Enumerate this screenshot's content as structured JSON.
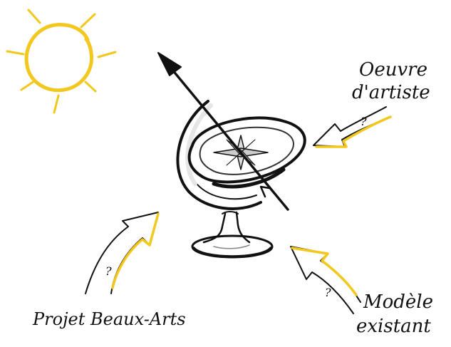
{
  "labels": {
    "oeuvre_line1": "Oeuvre",
    "oeuvre_line2": "d'artiste",
    "projet": "Projet Beaux-Arts",
    "modele_line1": "Modèle",
    "modele_line2": "existant",
    "question_mark": "?"
  },
  "icons": {
    "sun": "sun-icon",
    "sundial": "armillary-sundial-icon"
  },
  "colors": {
    "sun": "#f2c81e",
    "arrow_accent": "#f2c81e",
    "ink": "#111111"
  }
}
